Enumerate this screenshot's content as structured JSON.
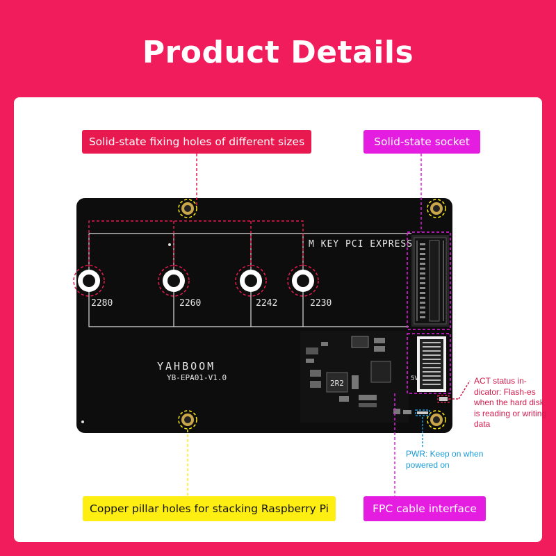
{
  "page": {
    "title": "Product Details"
  },
  "callouts": {
    "fixing_holes": "Solid-state fixing holes of different sizes",
    "socket": "Solid-state socket",
    "copper_pillar": "Copper pillar holes for stacking Raspberry Pi",
    "fpc": "FPC cable interface",
    "act": "ACT status in-dicator: Flash-es when the hard disk is reading or writing data",
    "pwr": "PWR: Keep on when powered on"
  },
  "board": {
    "label": "M KEY PCI EXPRESS",
    "brand": "YAHBOOM",
    "model": "YB-EPA01-V1.0",
    "sizes": [
      "2280",
      "2260",
      "2242",
      "2230"
    ],
    "inductor": "2R2",
    "fpc_voltage": "5V"
  },
  "colors": {
    "background": "#f01c5c",
    "fixing_callout": "#e8194f",
    "socket_callout": "#e41de1",
    "copper_callout": "#ffee11",
    "pcb": "#0d0d0d"
  }
}
